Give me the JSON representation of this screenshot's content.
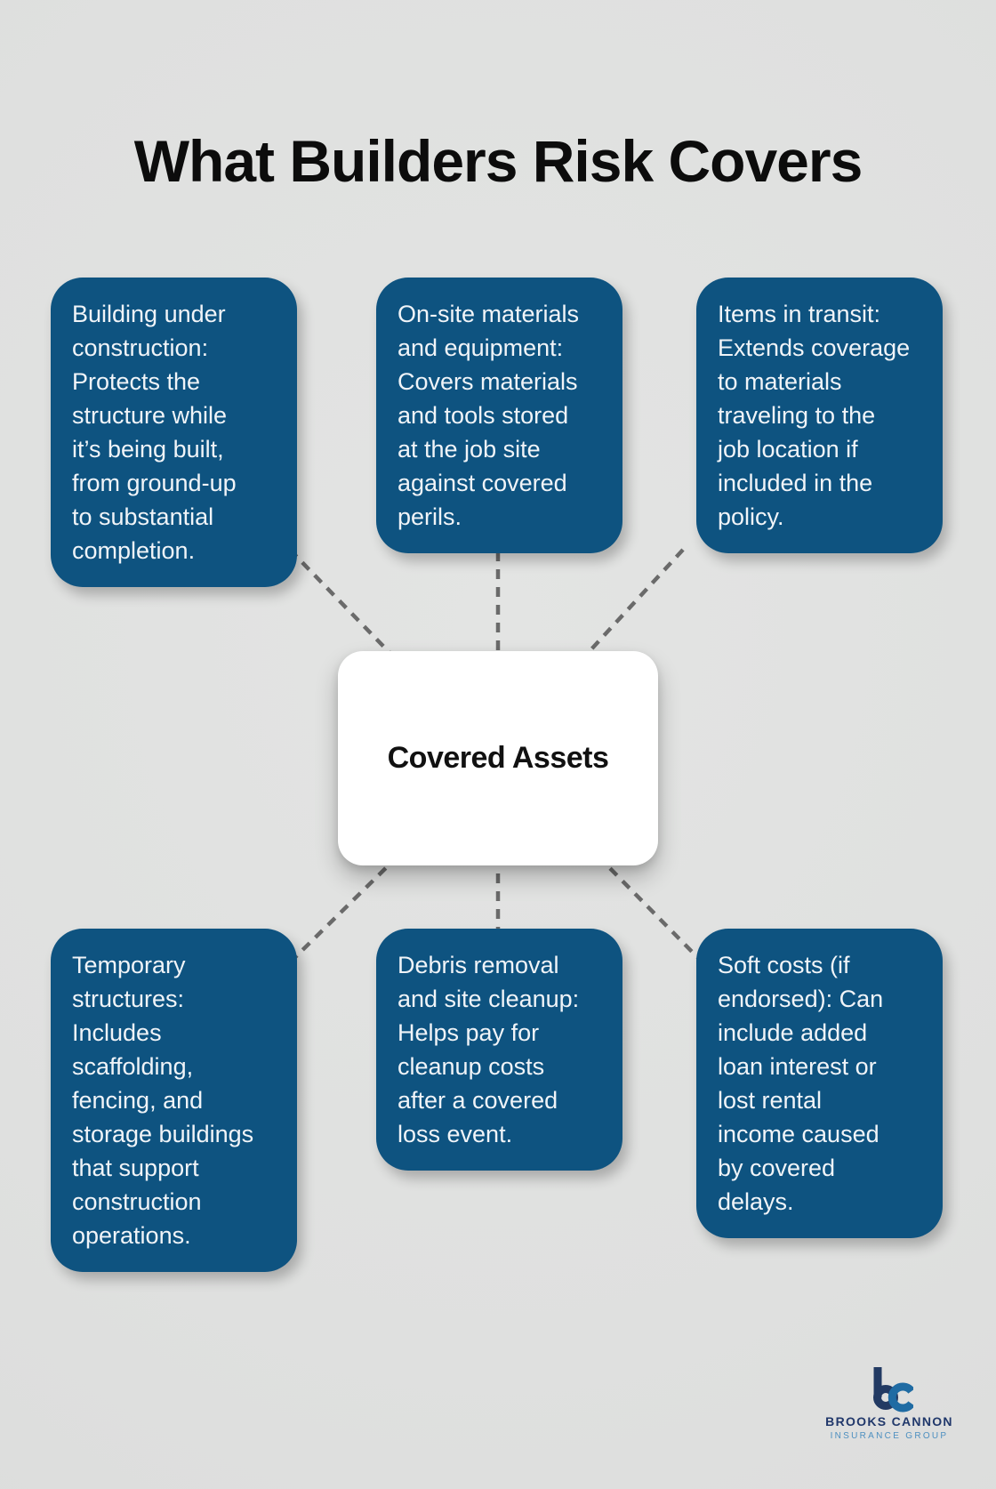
{
  "title": "What Builders Risk Covers",
  "center": {
    "label": "Covered Assets"
  },
  "boxes": [
    {
      "id": "building-under-construction",
      "text": "Building under\nconstruction:\nProtects the\nstructure while\nit’s being built,\nfrom ground-up\nto substantial\ncompletion."
    },
    {
      "id": "onsite-materials-equipment",
      "text": "On-site materials\nand equipment:\nCovers materials\nand tools stored\nat the job site\nagainst covered\nperils."
    },
    {
      "id": "items-in-transit",
      "text": "Items in transit:\nExtends coverage\nto materials\ntraveling to the\njob location if\nincluded in the\npolicy."
    },
    {
      "id": "temporary-structures",
      "text": "Temporary\nstructures:\nIncludes\nscaffolding,\nfencing, and\nstorage buildings\nthat support\nconstruction\noperations."
    },
    {
      "id": "debris-removal-cleanup",
      "text": "Debris removal\nand site cleanup:\nHelps pay for\ncleanup costs\nafter a covered\nloss event."
    },
    {
      "id": "soft-costs",
      "text": "Soft costs (if\nendorsed): Can\ninclude added\nloan interest or\nlost rental\nincome caused\nby covered\ndelays."
    }
  ],
  "logo": {
    "name": "BROOKS CANNON",
    "tagline": "INSURANCE GROUP"
  },
  "colors": {
    "box_blue": "#0e5380",
    "box_text": "#f0f4f8",
    "background_gray": "#dfe0df",
    "dash_gray": "#6a6a6a",
    "logo_navy": "#223a63",
    "logo_blue": "#1f6ba3",
    "logo_tagline_blue": "#4d8fc0"
  }
}
